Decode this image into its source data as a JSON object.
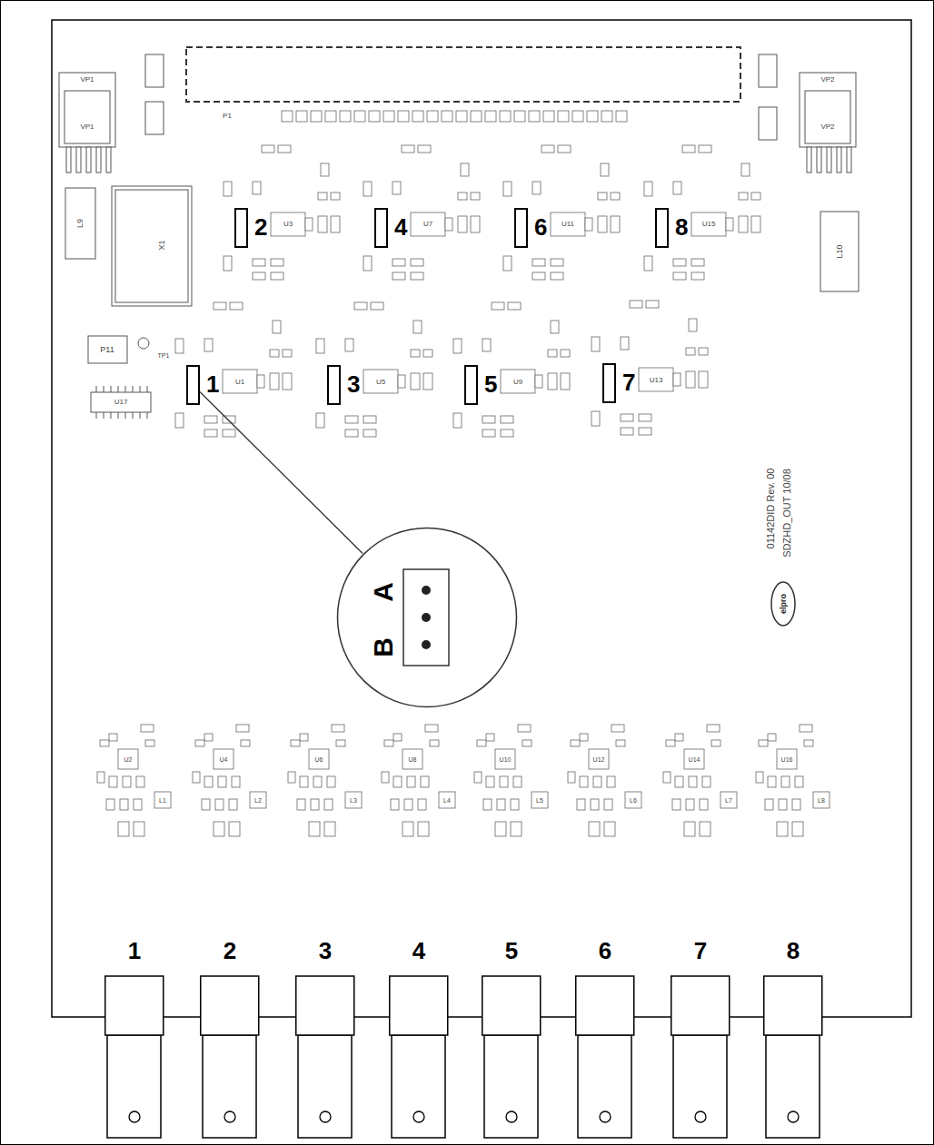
{
  "diagram": {
    "nodes": [
      {
        "text": [
          "2"
        ]
      },
      {
        "text": [
          "4"
        ]
      },
      {
        "text": [
          "6"
        ]
      },
      {
        "text": [
          "8"
        ]
      },
      {
        "text": [
          "1"
        ]
      },
      {
        "text": [
          "3"
        ]
      },
      {
        "text": [
          "5"
        ]
      },
      {
        "text": [
          "7"
        ]
      },
      {
        "text": [
          "B",
          "A"
        ]
      },
      {
        "text": [
          "1"
        ]
      },
      {
        "text": [
          "2"
        ]
      },
      {
        "text": [
          "3"
        ]
      },
      {
        "text": [
          "4"
        ]
      },
      {
        "text": [
          "5"
        ]
      },
      {
        "text": [
          "6"
        ]
      },
      {
        "text": [
          "7"
        ]
      },
      {
        "text": [
          "8"
        ]
      }
    ],
    "edges": [
      {
        "from": 4,
        "to": 8,
        "arrow": "none"
      }
    ],
    "labels": [
      "P1",
      "VP1",
      "VP1",
      "VP2",
      "VP2",
      "L9",
      "X1",
      "P11",
      "TP1",
      "U17",
      "U3",
      "U7",
      "U11",
      "U15",
      "U1",
      "U5",
      "U9",
      "U13",
      "L10",
      "01142DID Rev. 00",
      "SDZHD_OUT 10/08",
      "elpro",
      "U2",
      "U4",
      "U6",
      "U8",
      "U10",
      "U12",
      "U14",
      "U16",
      "L1",
      "L2",
      "L3",
      "L4",
      "L5",
      "L6",
      "L7",
      "L8"
    ]
  }
}
